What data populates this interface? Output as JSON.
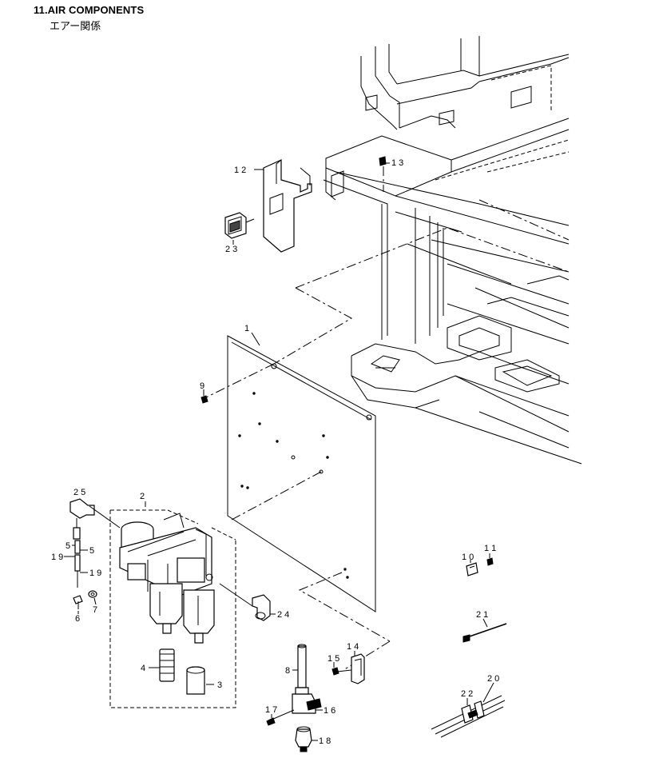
{
  "header": {
    "title": "11.AIR COMPONENTS",
    "subtitle": "エアー関係"
  },
  "callouts": [
    {
      "id": "c1",
      "text": "1"
    },
    {
      "id": "c2",
      "text": "2"
    },
    {
      "id": "c3",
      "text": "3"
    },
    {
      "id": "c4",
      "text": "4"
    },
    {
      "id": "c5a",
      "text": "5"
    },
    {
      "id": "c5b",
      "text": "5"
    },
    {
      "id": "c6",
      "text": "6"
    },
    {
      "id": "c7",
      "text": "7"
    },
    {
      "id": "c8",
      "text": "8"
    },
    {
      "id": "c9",
      "text": "9"
    },
    {
      "id": "c10",
      "text": "1 0"
    },
    {
      "id": "c11",
      "text": "1 1"
    },
    {
      "id": "c12",
      "text": "1 2"
    },
    {
      "id": "c13",
      "text": "1 3"
    },
    {
      "id": "c14",
      "text": "1 4"
    },
    {
      "id": "c15",
      "text": "1 5"
    },
    {
      "id": "c16",
      "text": "1 6"
    },
    {
      "id": "c17",
      "text": "1 7"
    },
    {
      "id": "c18",
      "text": "1 8"
    },
    {
      "id": "c19a",
      "text": "1 9"
    },
    {
      "id": "c19b",
      "text": "1 9"
    },
    {
      "id": "c20",
      "text": "2 0"
    },
    {
      "id": "c21",
      "text": "2 1"
    },
    {
      "id": "c22",
      "text": "2 2"
    },
    {
      "id": "c23",
      "text": "2 3"
    },
    {
      "id": "c24",
      "text": "2 4"
    },
    {
      "id": "c25",
      "text": "2 5"
    }
  ]
}
